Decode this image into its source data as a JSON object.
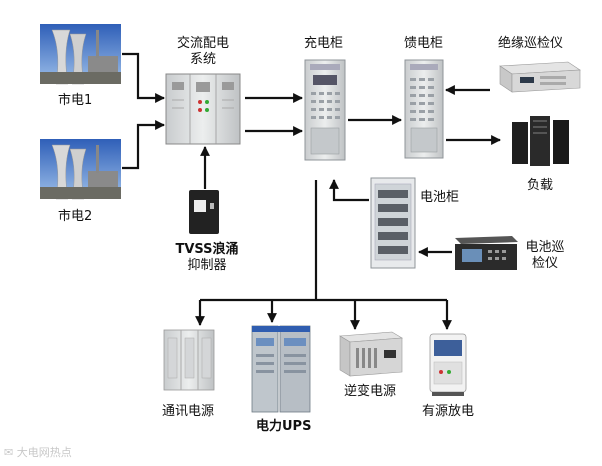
{
  "labels": {
    "mains1": "市电1",
    "mains2": "市电2",
    "ac_dist_line1": "交流配电",
    "ac_dist_line2": "系统",
    "charging_cabinet": "充电柜",
    "feeder_cabinet": "馈电柜",
    "insulation_monitor": "绝缘巡检仪",
    "load": "负载",
    "battery_cabinet": "电池柜",
    "battery_monitor_line1": "电池巡",
    "battery_monitor_line2": "检仪",
    "tvss_line1": "TVSS浪涌",
    "tvss_line2": "抑制器",
    "telecom_power": "通讯电源",
    "power_ups": "电力UPS",
    "inverter_power": "逆变电源",
    "active_discharge": "有源放电"
  },
  "watermark": "大电网热点",
  "colors": {
    "line": "#111111",
    "sky": "#3f6fc4",
    "cabinet": "#dcdedf",
    "cabinet_dark": "#2a2a2a"
  }
}
